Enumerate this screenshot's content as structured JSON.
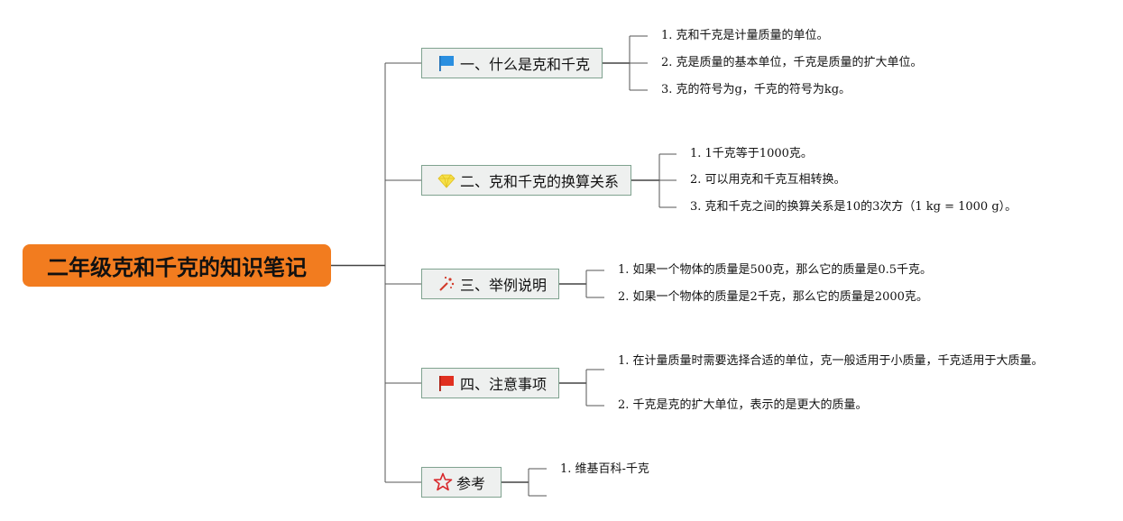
{
  "root": {
    "title": "二年级克和千克的知识笔记"
  },
  "branches": [
    {
      "label": "一、什么是克和千克",
      "icon": "blue-flag-icon",
      "items": [
        "1. 克和千克是计量质量的单位。",
        "2. 克是质量的基本单位，千克是质量的扩大单位。",
        "3. 克的符号为g，千克的符号为kg。"
      ]
    },
    {
      "label": "二、克和千克的换算关系",
      "icon": "diamond-icon",
      "items": [
        "1. 1千克等于1000克。",
        "2. 可以用克和千克互相转换。",
        "3. 克和千克之间的换算关系是10的3次方（1 kg = 1000 g）。"
      ]
    },
    {
      "label": "三、举例说明",
      "icon": "magic-wand-icon",
      "items": [
        "1. 如果一个物体的质量是500克，那么它的质量是0.5千克。",
        "2. 如果一个物体的质量是2千克，那么它的质量是2000克。"
      ]
    },
    {
      "label": "四、注意事项",
      "icon": "red-flag-icon",
      "items": [
        "1. 在计量质量时需要选择合适的单位，克一般适用于小质量，千克适用于大质量。",
        "2. 千克是克的扩大单位，表示的是更大的质量。"
      ]
    },
    {
      "label": "参考",
      "icon": "star-outline-icon",
      "items": [
        "1. 维基百科-千克",
        ""
      ]
    }
  ],
  "colors": {
    "root": "#f27c1f",
    "branch_fill": "#eef0ef",
    "branch_border": "#7fa28f",
    "connector": "#555555"
  }
}
